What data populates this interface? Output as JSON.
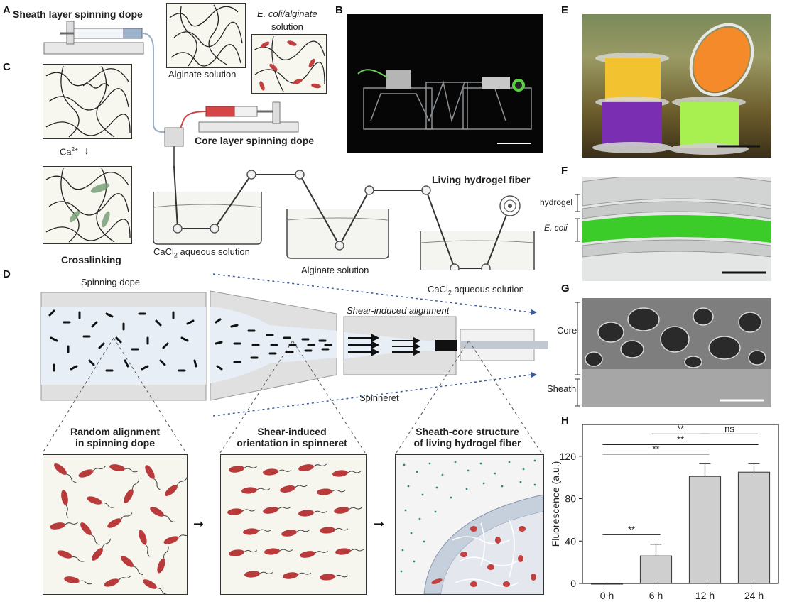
{
  "panels": {
    "a": "A",
    "b": "B",
    "c": "C",
    "d": "D",
    "e": "E",
    "f": "F",
    "g": "G",
    "h": "H"
  },
  "panel_a": {
    "sheath_dope": "Sheath layer spinning dope",
    "alginate": "Alginate solution",
    "ecoli_alginate_1": "E. coli/alginate",
    "ecoli_alginate_2": "solution",
    "core_dope": "Core layer spinning dope",
    "living_fiber": "Living hydrogel fiber",
    "bath1": "CaCl",
    "bath1_sub": "2",
    "bath1_rest": " aqueous solution",
    "bath2": "Alginate solution",
    "bath3": "CaCl",
    "bath3_sub": "2",
    "bath3_rest": " aqueous solution"
  },
  "panel_c": {
    "ca": "Ca",
    "ca_sup": "2+",
    "crosslinking": "Crosslinking"
  },
  "panel_d": {
    "spinning_dope": "Spinning dope",
    "shear_alignment": "Shear-induced alignment",
    "spinneret": "Spinneret",
    "box1_title_1": "Random alignment",
    "box1_title_2": "in spinning dope",
    "box2_title_1": "Shear-induced",
    "box2_title_2": "orientation in spinneret",
    "box3_title_1": "Sheath-core structure",
    "box3_title_2": "of living hydrogel fiber"
  },
  "panel_f": {
    "hydrogel": "hydrogel",
    "ecoli": "E. coli"
  },
  "panel_g": {
    "core": "Core",
    "sheath": "Sheath"
  },
  "colors": {
    "bacteria": "#b83a3a",
    "gfp": "#3ccc2a",
    "bar_fill": "#cfcfcf",
    "arrow_blue": "#3a5a9a"
  },
  "chart_data": {
    "type": "bar",
    "categories": [
      "0 h",
      "6 h",
      "12 h",
      "24 h"
    ],
    "values": [
      0,
      26,
      101,
      105
    ],
    "errors": [
      0,
      11,
      12,
      8
    ],
    "title": "",
    "xlabel": "",
    "ylabel": "Fluorescence (a.u.)",
    "ylim": [
      0,
      150
    ],
    "yticks": [
      "0",
      "40",
      "80",
      "120"
    ],
    "grid": false,
    "significance": [
      {
        "from": 0,
        "to": 1,
        "label": "**"
      },
      {
        "from": 0,
        "to": 2,
        "label": "**"
      },
      {
        "from": 0,
        "to": 3,
        "label": "**"
      },
      {
        "from": 1,
        "to": 2,
        "label": "**"
      },
      {
        "from": 2,
        "to": 3,
        "label": "ns"
      }
    ]
  }
}
